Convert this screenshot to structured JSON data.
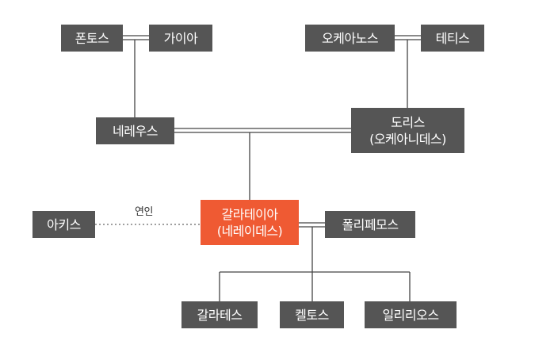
{
  "diagram": {
    "nodes": {
      "pontos": "폰토스",
      "gaia": "가이아",
      "okeanos": "오케아노스",
      "tethys": "테티스",
      "nereus": "네레우스",
      "doris": "도리스",
      "doris_sub": "(오케아니데스)",
      "acis": "아키스",
      "galatea": "갈라테이아",
      "galatea_sub": "(네레이데스)",
      "polyphemus": "폴리페모스",
      "galatas": "갈라테스",
      "keltos": "켈토스",
      "illyrios": "일리리오스"
    },
    "relation_label": "연인",
    "colors": {
      "node": "#555555",
      "highlight": "#ef5a33",
      "line": "#444444"
    }
  }
}
